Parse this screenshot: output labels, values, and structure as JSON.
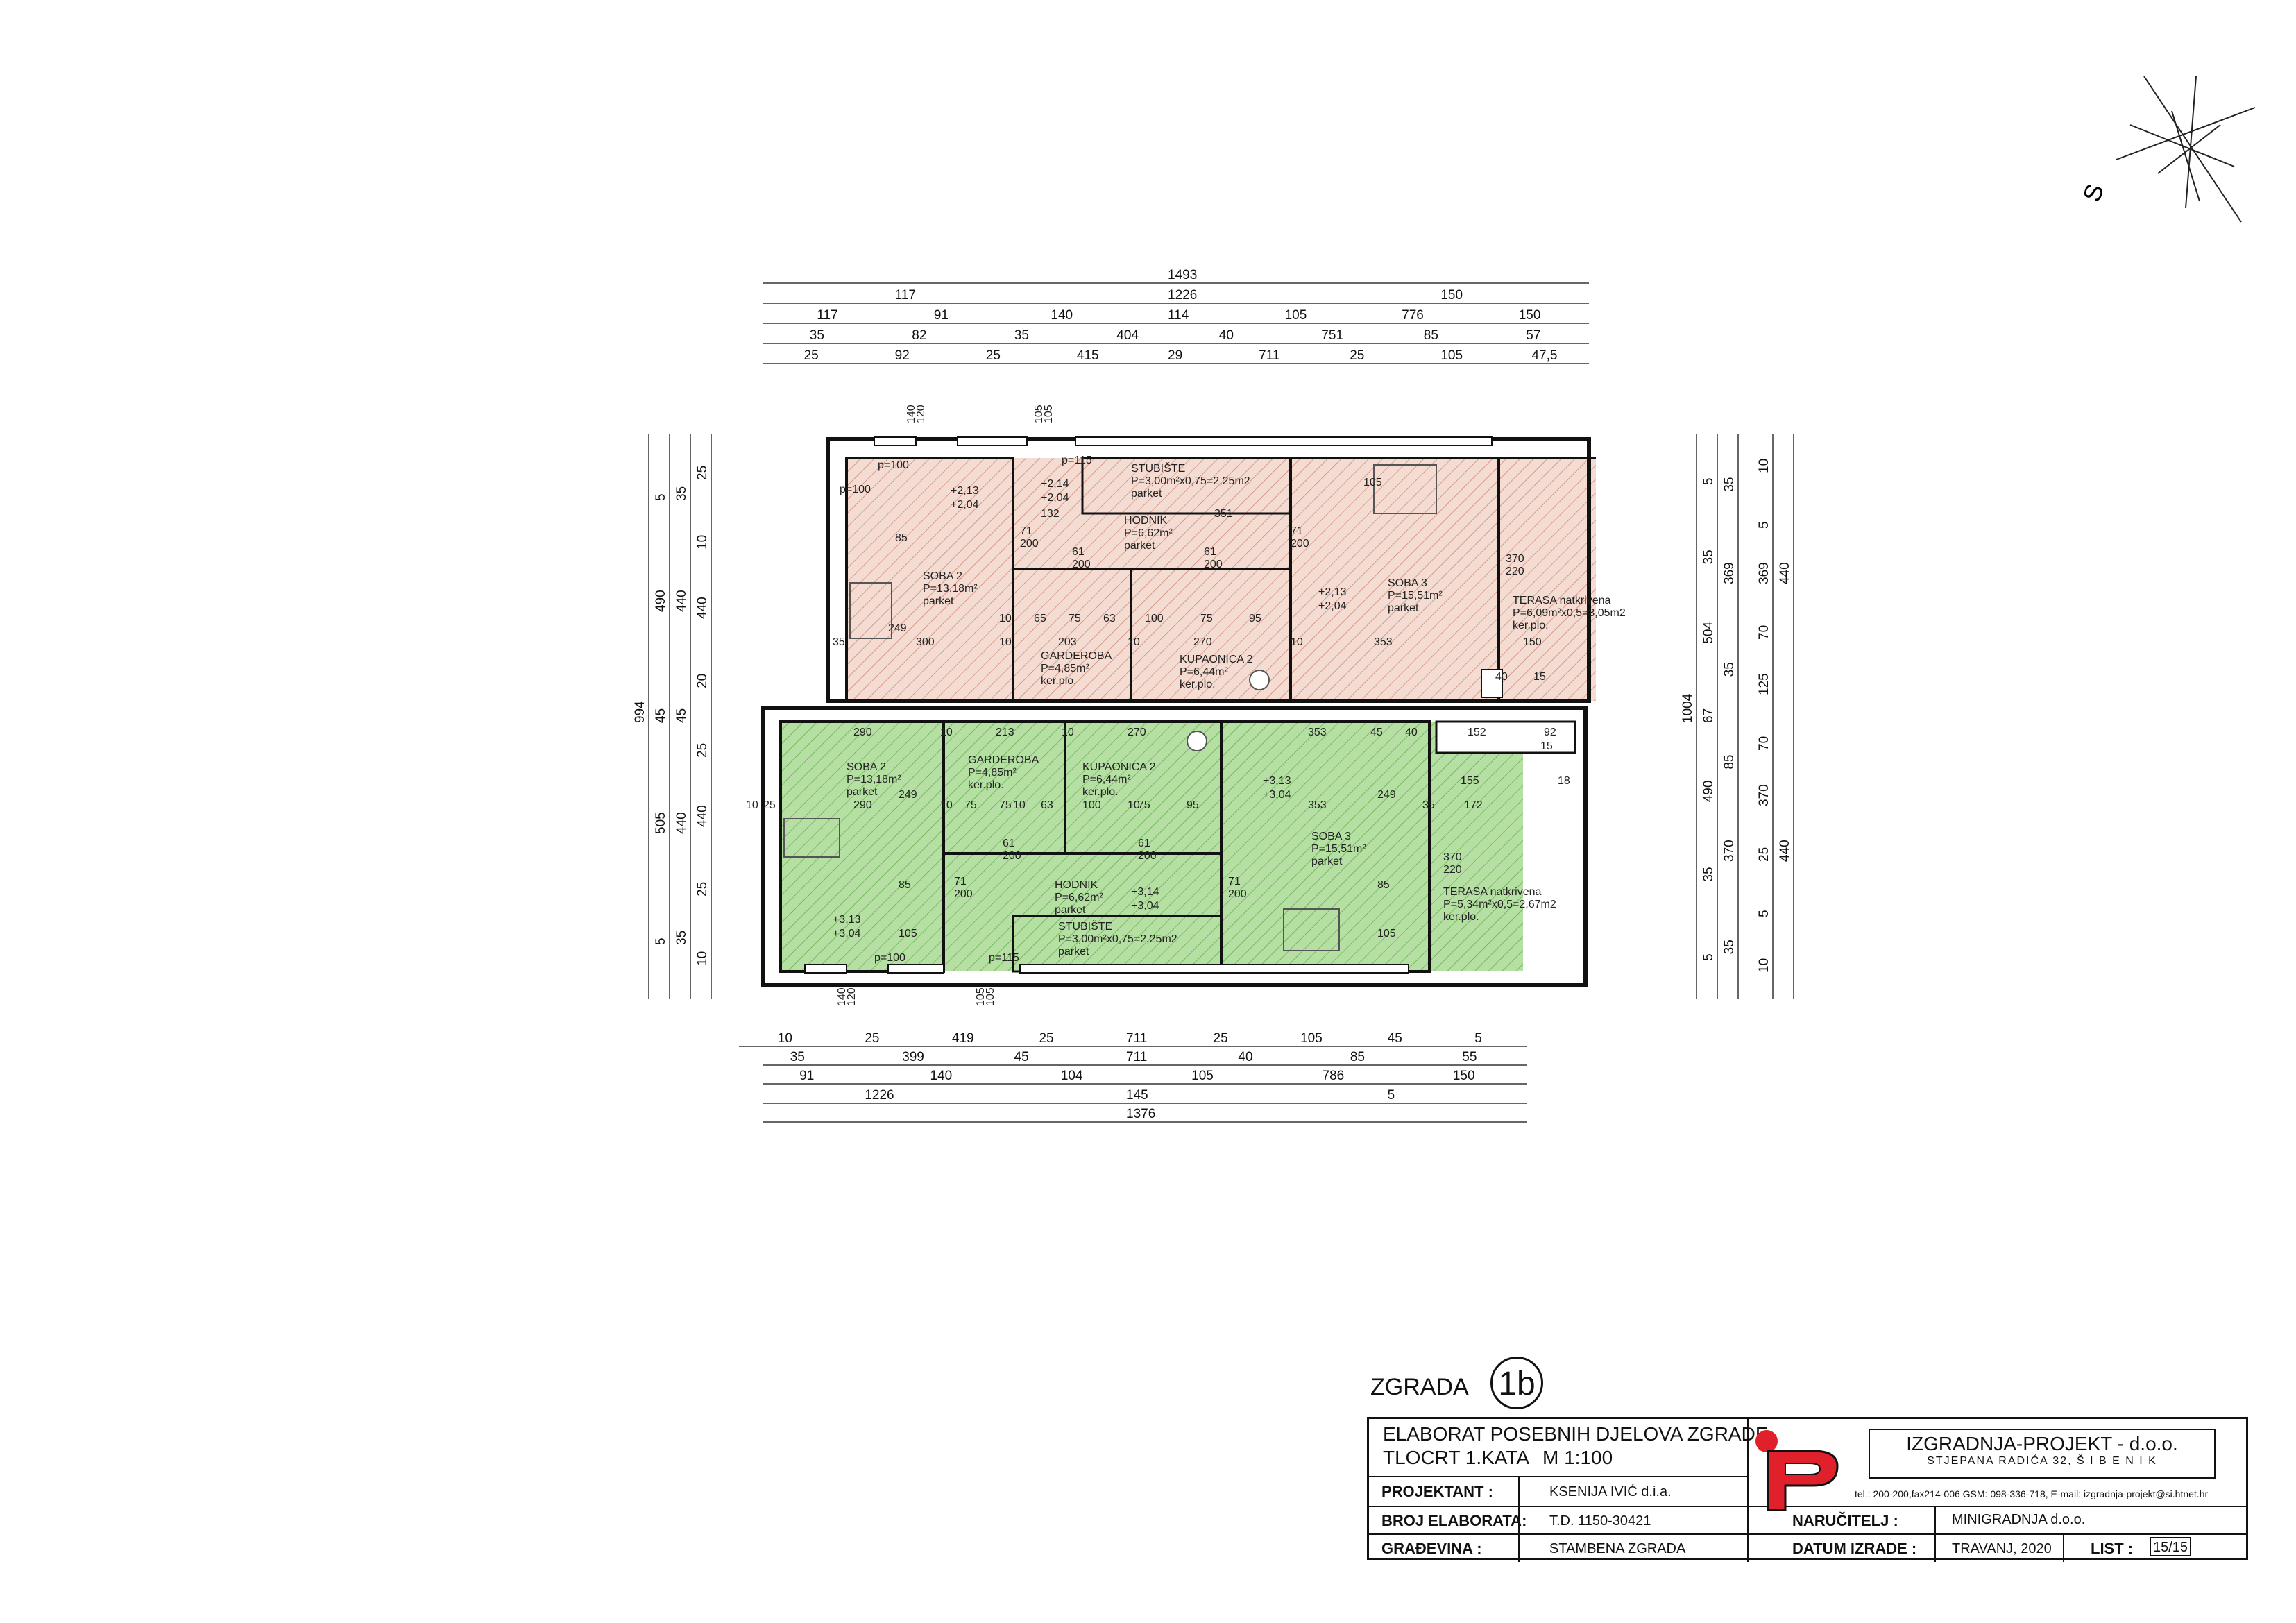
{
  "compass": {
    "label": "S"
  },
  "dims": {
    "top_rows": [
      [
        "1493"
      ],
      [
        "117",
        "1226",
        "150"
      ],
      [
        "117",
        "91",
        "140",
        "114",
        "105",
        "776",
        "150"
      ],
      [
        "35",
        "82",
        "35",
        "404",
        "40",
        "751",
        "85",
        "57"
      ],
      [
        "25",
        "92",
        "25",
        "415",
        "29",
        "711",
        "25",
        "105",
        "47,5"
      ]
    ],
    "bottom_rows": [
      [
        "10",
        "25",
        "419",
        "25",
        "711",
        "25",
        "105",
        "45",
        "5"
      ],
      [
        "35",
        "399",
        "45",
        "711",
        "40",
        "85",
        "55"
      ],
      [
        "91",
        "140",
        "104",
        "105",
        "786",
        "150"
      ],
      [
        "1226",
        "145",
        "5"
      ],
      [
        "1376"
      ]
    ],
    "left_cols": [
      [
        "994"
      ],
      [
        "5",
        "490",
        "45",
        "505",
        "5"
      ],
      [
        "35",
        "440",
        "45",
        "440",
        "35"
      ],
      [
        "25",
        "10",
        "440",
        "20",
        "25",
        "440",
        "25",
        "10"
      ]
    ],
    "right_cols": [
      [
        "1004"
      ],
      [
        "5",
        "35",
        "504",
        "67",
        "490",
        "35",
        "5"
      ],
      [
        "35",
        "369",
        "35",
        "85",
        "370",
        "35"
      ],
      [
        "10",
        "5",
        "369",
        "70",
        "125",
        "70",
        "370",
        "25",
        "5",
        "10"
      ],
      [
        "440",
        "440"
      ]
    ]
  },
  "upper_floor": {
    "rooms": [
      {
        "name": "SOBA 2",
        "area": "P=13,18m²",
        "floor": "parket"
      },
      {
        "name": "STUBIŠTE",
        "area": "P=3,00m²x0,75=2,25m2",
        "floor": "parket"
      },
      {
        "name": "HODNIK",
        "area": "P=6,62m²",
        "floor": "parket"
      },
      {
        "name": "SOBA 3",
        "area": "P=15,51m²",
        "floor": "parket"
      },
      {
        "name": "TERASA natkrivena",
        "area": "P=6,09m²x0,5=3,05m2",
        "floor": "ker.plo."
      },
      {
        "name": "GARDEROBA",
        "area": "P=4,85m²",
        "floor": "ker.plo."
      },
      {
        "name": "KUPAONICA 2",
        "area": "P=6,44m²",
        "floor": "ker.plo."
      }
    ],
    "levels": [
      "+2,13",
      "+2,04",
      "+2,14",
      "+2,04",
      "+2,13",
      "+2,04"
    ],
    "inner_dims": [
      "300",
      "203",
      "270",
      "353",
      "150",
      "65",
      "75",
      "63",
      "100",
      "75",
      "95",
      "132",
      "351",
      "249",
      "35",
      "10",
      "10",
      "10",
      "10",
      "40",
      "15",
      "85",
      "105"
    ],
    "door_labels": [
      "71\n200",
      "61\n200",
      "61\n200",
      "71\n200",
      "370\n220"
    ],
    "parapets": [
      "p=100",
      "p=100",
      "p=115"
    ]
  },
  "lower_floor": {
    "rooms": [
      {
        "name": "SOBA 2",
        "area": "P=13,18m²",
        "floor": "parket"
      },
      {
        "name": "GARDEROBA",
        "area": "P=4,85m²",
        "floor": "ker.plo."
      },
      {
        "name": "KUPAONICA 2",
        "area": "P=6,44m²",
        "floor": "ker.plo."
      },
      {
        "name": "HODNIK",
        "area": "P=6,62m²",
        "floor": "parket"
      },
      {
        "name": "STUBIŠTE",
        "area": "P=3,00m²x0,75=2,25m2",
        "floor": "parket"
      },
      {
        "name": "SOBA 3",
        "area": "P=15,51m²",
        "floor": "parket"
      },
      {
        "name": "TERASA natkrivena",
        "area": "P=5,34m²x0,5=2,67m2",
        "floor": "ker.plo."
      }
    ],
    "levels": [
      "+3,13",
      "+3,04",
      "+3,14",
      "+3,04",
      "+3,13",
      "+3,04"
    ],
    "inner_dims": [
      "290",
      "10",
      "213",
      "10",
      "270",
      "353",
      "40",
      "152",
      "92",
      "15",
      "290",
      "75",
      "75",
      "63",
      "100",
      "75",
      "95",
      "353",
      "155",
      "172",
      "18",
      "10",
      "25",
      "249",
      "249",
      "85",
      "105",
      "85",
      "105",
      "10",
      "10",
      "10",
      "35",
      "45"
    ],
    "door_labels": [
      "71\n200",
      "61\n200",
      "61\n200",
      "71\n200",
      "370\n220"
    ],
    "parapets": [
      "p=100",
      "p=115"
    ]
  },
  "window_marks": [
    "140\n120",
    "105\n105",
    "140\n120",
    "105\n105"
  ],
  "title_block": {
    "building_label": "ZGRADA",
    "building_number": "1b",
    "title_line1": "ELABORAT POSEBNIH DJELOVA ZGRADE",
    "title_line2": "TLOCRT 1.KATA",
    "scale": "M 1:100",
    "firm_name": "IZGRADNJA-PROJEKT - d.o.o.",
    "firm_address": "STJEPANA RADIĆA 32, Š I B E N I K",
    "firm_contact": "tel.: 200-200,fax214-006 GSM: 098-336-718, E-mail: izgradnja-projekt@si.htnet.hr",
    "designer_label": "PROJEKTANT :",
    "designer_value": "KSENIJA IVIĆ  d.i.a.",
    "number_label": "BROJ ELABORATA:",
    "number_value": "T.D. 1150-30421",
    "client_label": "NARUČITELJ :",
    "client_value": "MINIGRADNJA d.o.o.",
    "building_type_label": "GRAĐEVINA  :",
    "building_type_value": "STAMBENA ZGRADA",
    "date_label": "DATUM IZRADE :",
    "date_value": "TRAVANJ, 2020",
    "sheet_label": "LIST :",
    "sheet_value": "15/15",
    "accent_color": "#e0202a"
  },
  "colors": {
    "upper_fill": "#f3d6cc",
    "upper_hatch": "#d9a090",
    "lower_fill": "#b8e0a8",
    "lower_hatch": "#7fbf6a",
    "wall": "#1a1a1a"
  }
}
